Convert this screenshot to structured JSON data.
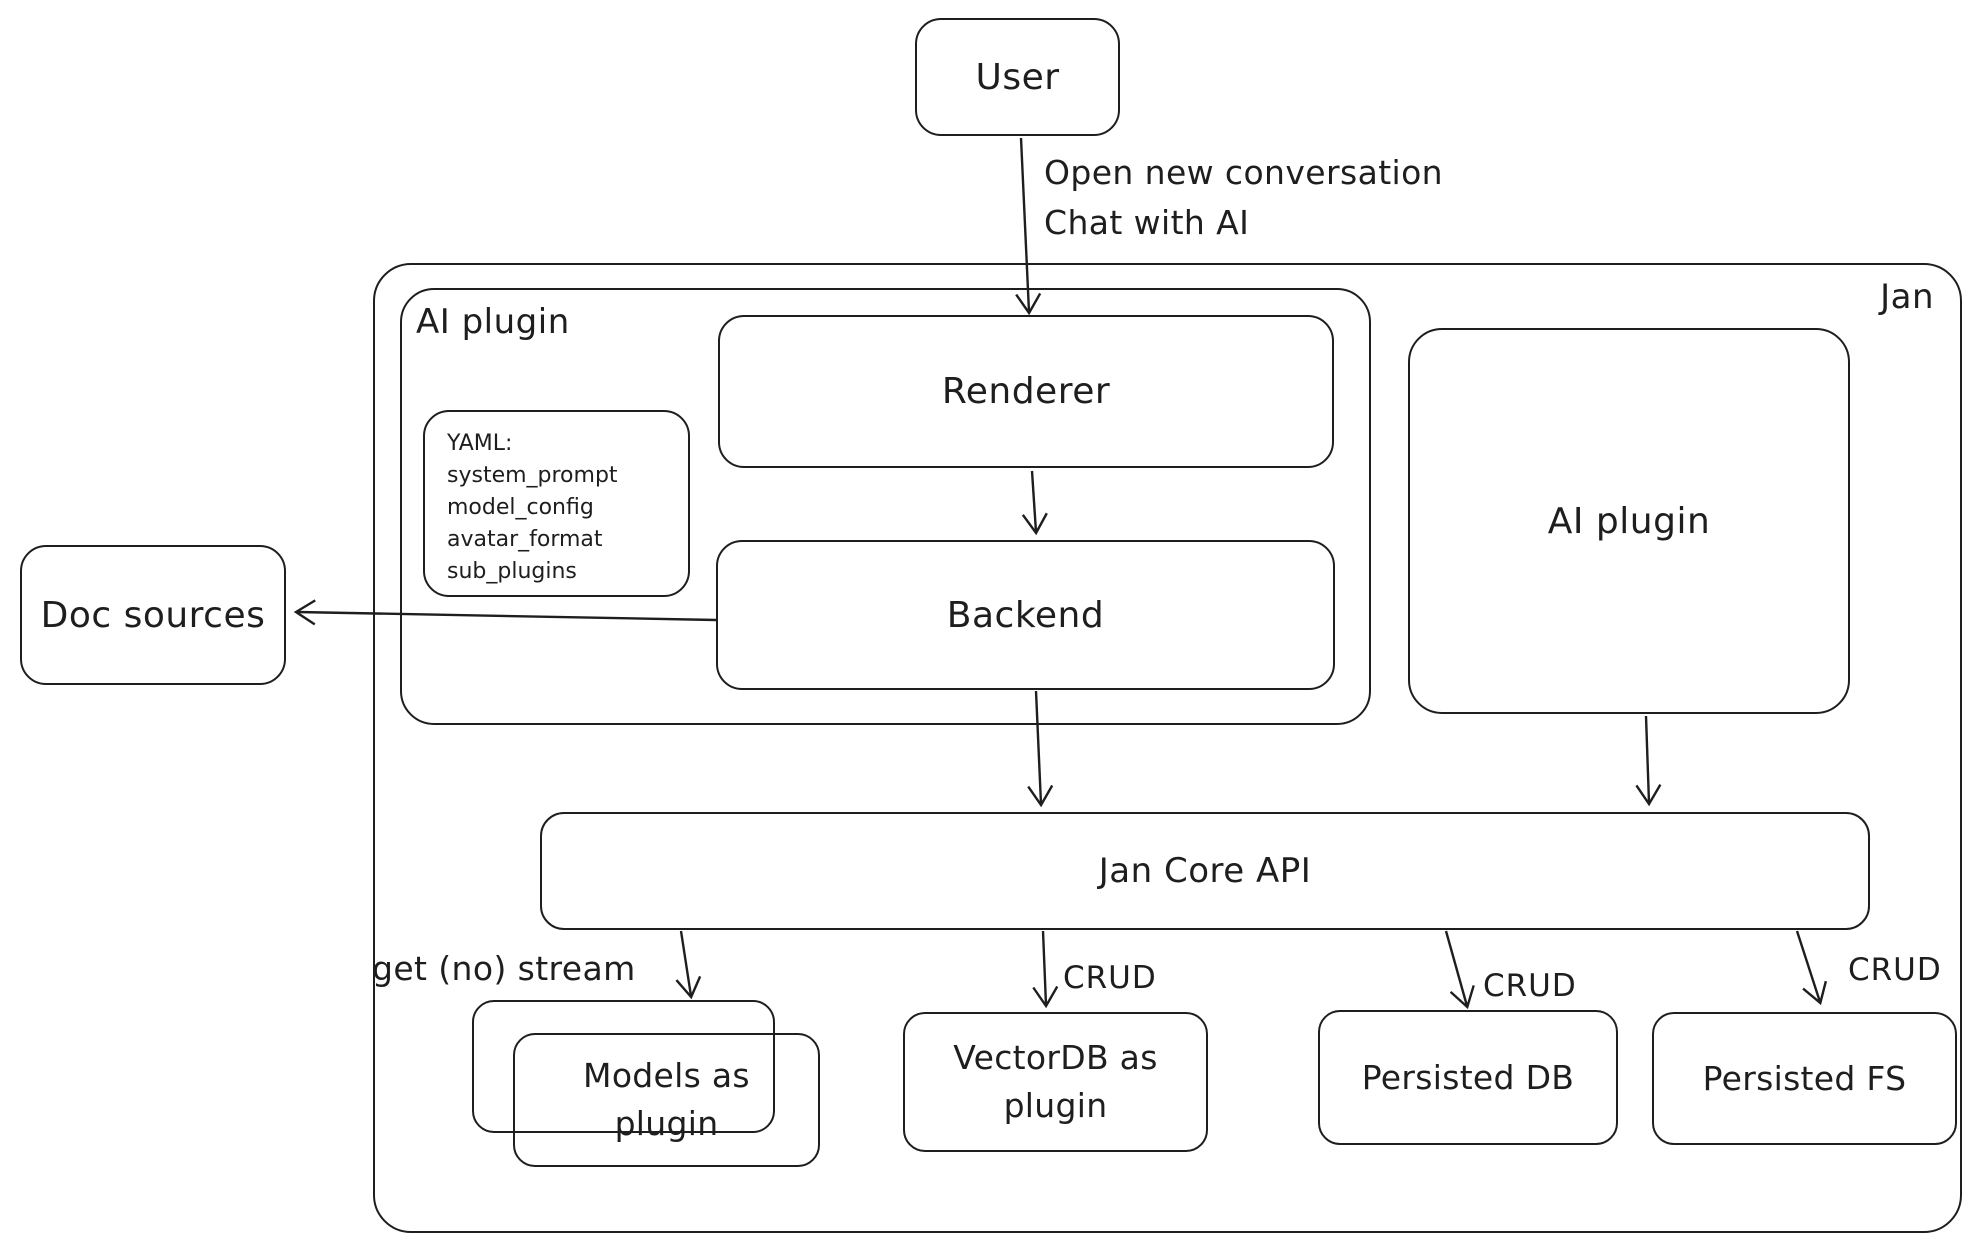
{
  "canvas": {
    "background": "#ffffff",
    "stroke_color": "#1e1e1e"
  },
  "nodes": {
    "user": {
      "label": "User"
    },
    "jan_container": {
      "label": "Jan"
    },
    "ai_plugin_group": {
      "label": "AI plugin"
    },
    "yaml_note": {
      "lines": [
        "YAML:",
        "system_prompt",
        "model_config",
        "avatar_format",
        "sub_plugins"
      ]
    },
    "renderer": {
      "label": "Renderer"
    },
    "backend": {
      "label": "Backend"
    },
    "ai_plugin_right": {
      "label": "AI plugin"
    },
    "doc_sources": {
      "label": "Doc sources"
    },
    "jan_core_api": {
      "label": "Jan Core API"
    },
    "models_as_plugin": {
      "label": "Models as plugin"
    },
    "vectordb_as_plugin": {
      "label": "VectorDB as plugin"
    },
    "persisted_db": {
      "label": "Persisted DB"
    },
    "persisted_fs": {
      "label": "Persisted FS"
    }
  },
  "edge_labels": {
    "user_action_line1": "Open new conversation",
    "user_action_line2": "Chat with AI",
    "get_no_stream": "get (no) stream",
    "crud_vectordb": "CRUD",
    "crud_persisted_db": "CRUD",
    "crud_persisted_fs": "CRUD"
  }
}
